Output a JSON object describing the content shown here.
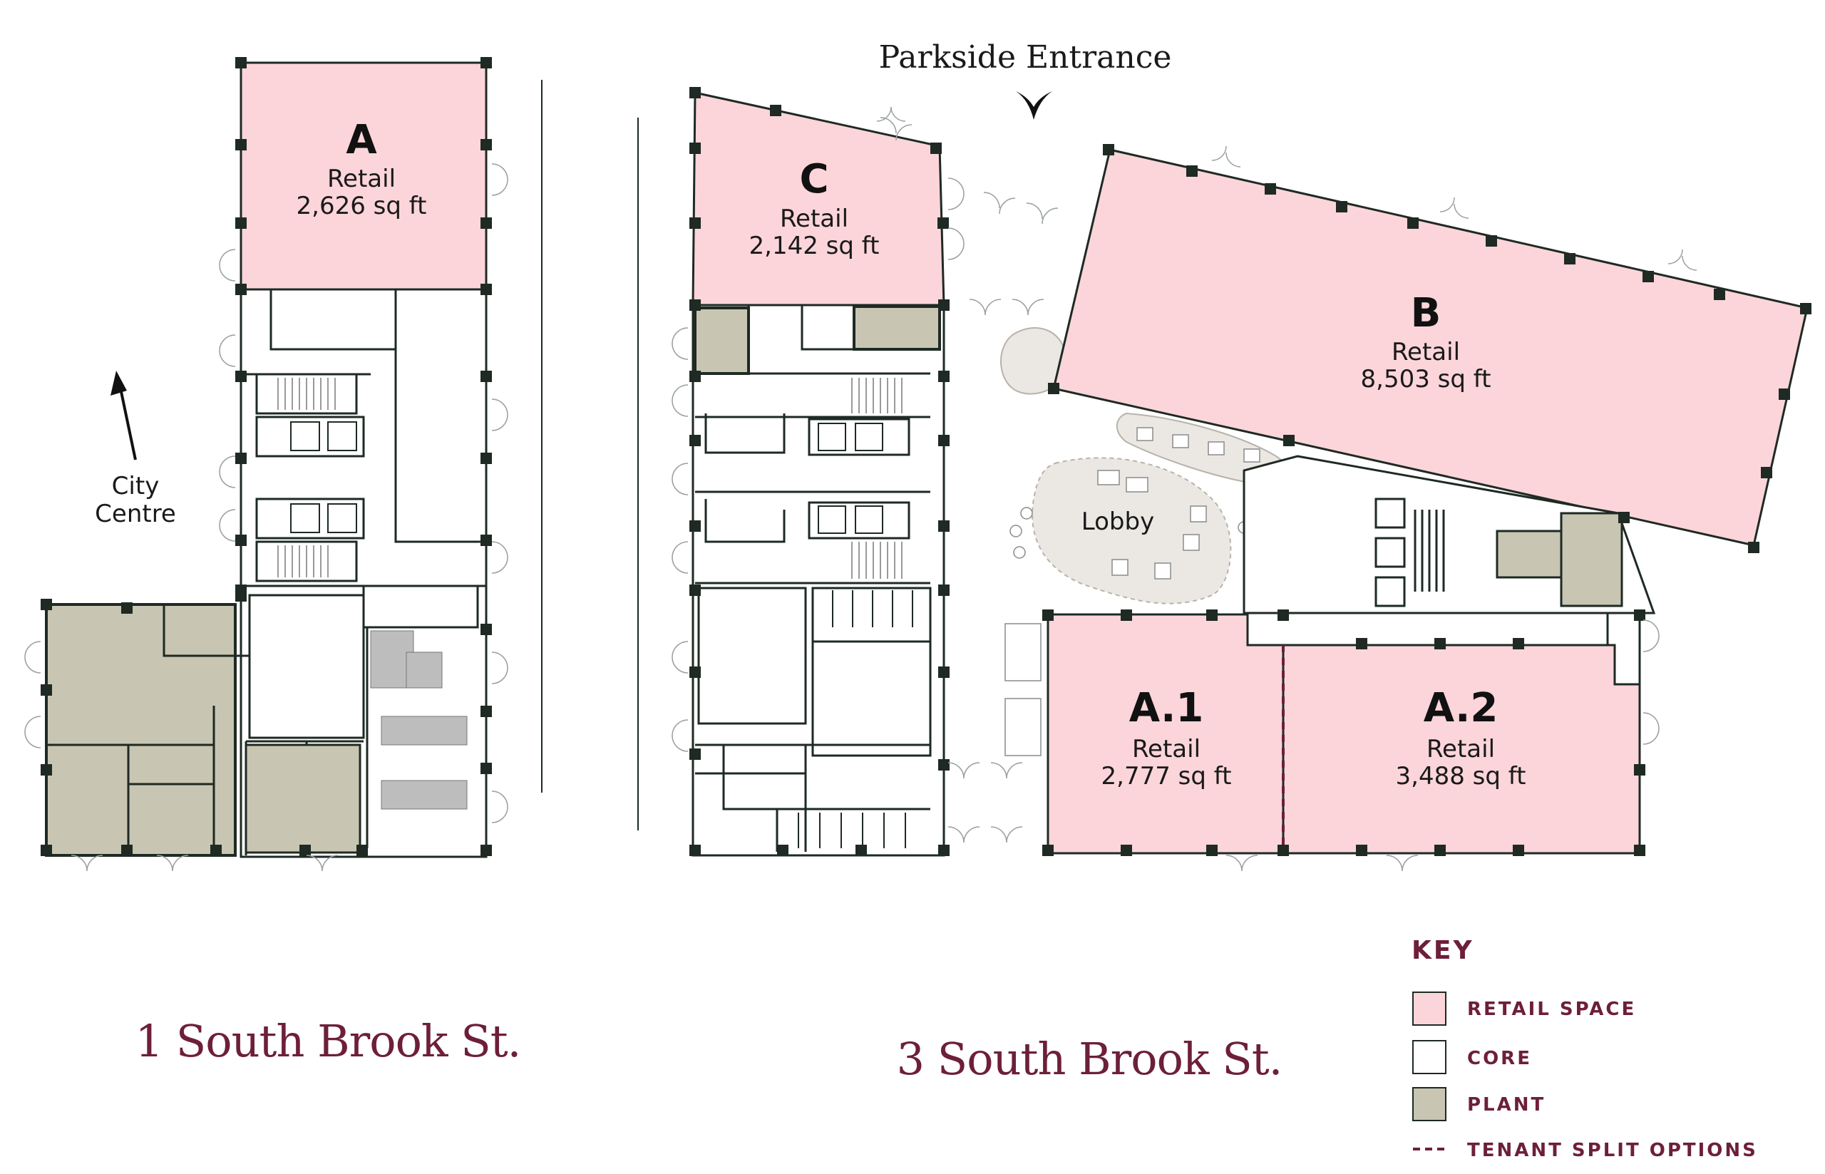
{
  "colors": {
    "retail": "#fbd5da",
    "core": "#ffffff",
    "plant": "#c8c6b2",
    "wall": "#1e2a23",
    "accent": "#6d1f3a",
    "lobby": "#ebe8e4"
  },
  "entrance": {
    "label": "Parkside Entrance",
    "icon": "chevron-down-arrow-icon"
  },
  "direction": {
    "line1": "City",
    "line2": "Centre",
    "icon": "north-arrow-icon"
  },
  "buildings": [
    {
      "id": "b1",
      "label": "1 South Brook St."
    },
    {
      "id": "b3",
      "label": "3 South Brook St."
    }
  ],
  "units": [
    {
      "id": "A",
      "letter": "A",
      "type": "Retail",
      "area": "2,626 sq ft"
    },
    {
      "id": "C",
      "letter": "C",
      "type": "Retail",
      "area": "2,142 sq ft"
    },
    {
      "id": "B",
      "letter": "B",
      "type": "Retail",
      "area": "8,503 sq ft"
    },
    {
      "id": "A1",
      "letter": "A.1",
      "type": "Retail",
      "area": "2,777 sq ft"
    },
    {
      "id": "A2",
      "letter": "A.2",
      "type": "Retail",
      "area": "3,488 sq ft"
    }
  ],
  "lobby": {
    "label": "Lobby"
  },
  "key": {
    "title": "KEY",
    "items": [
      {
        "label": "RETAIL SPACE",
        "swatch": "retail"
      },
      {
        "label": "CORE",
        "swatch": "core"
      },
      {
        "label": "PLANT",
        "swatch": "plant"
      },
      {
        "label": "TENANT SPLIT OPTIONS",
        "swatch": "dashed-line"
      }
    ]
  }
}
